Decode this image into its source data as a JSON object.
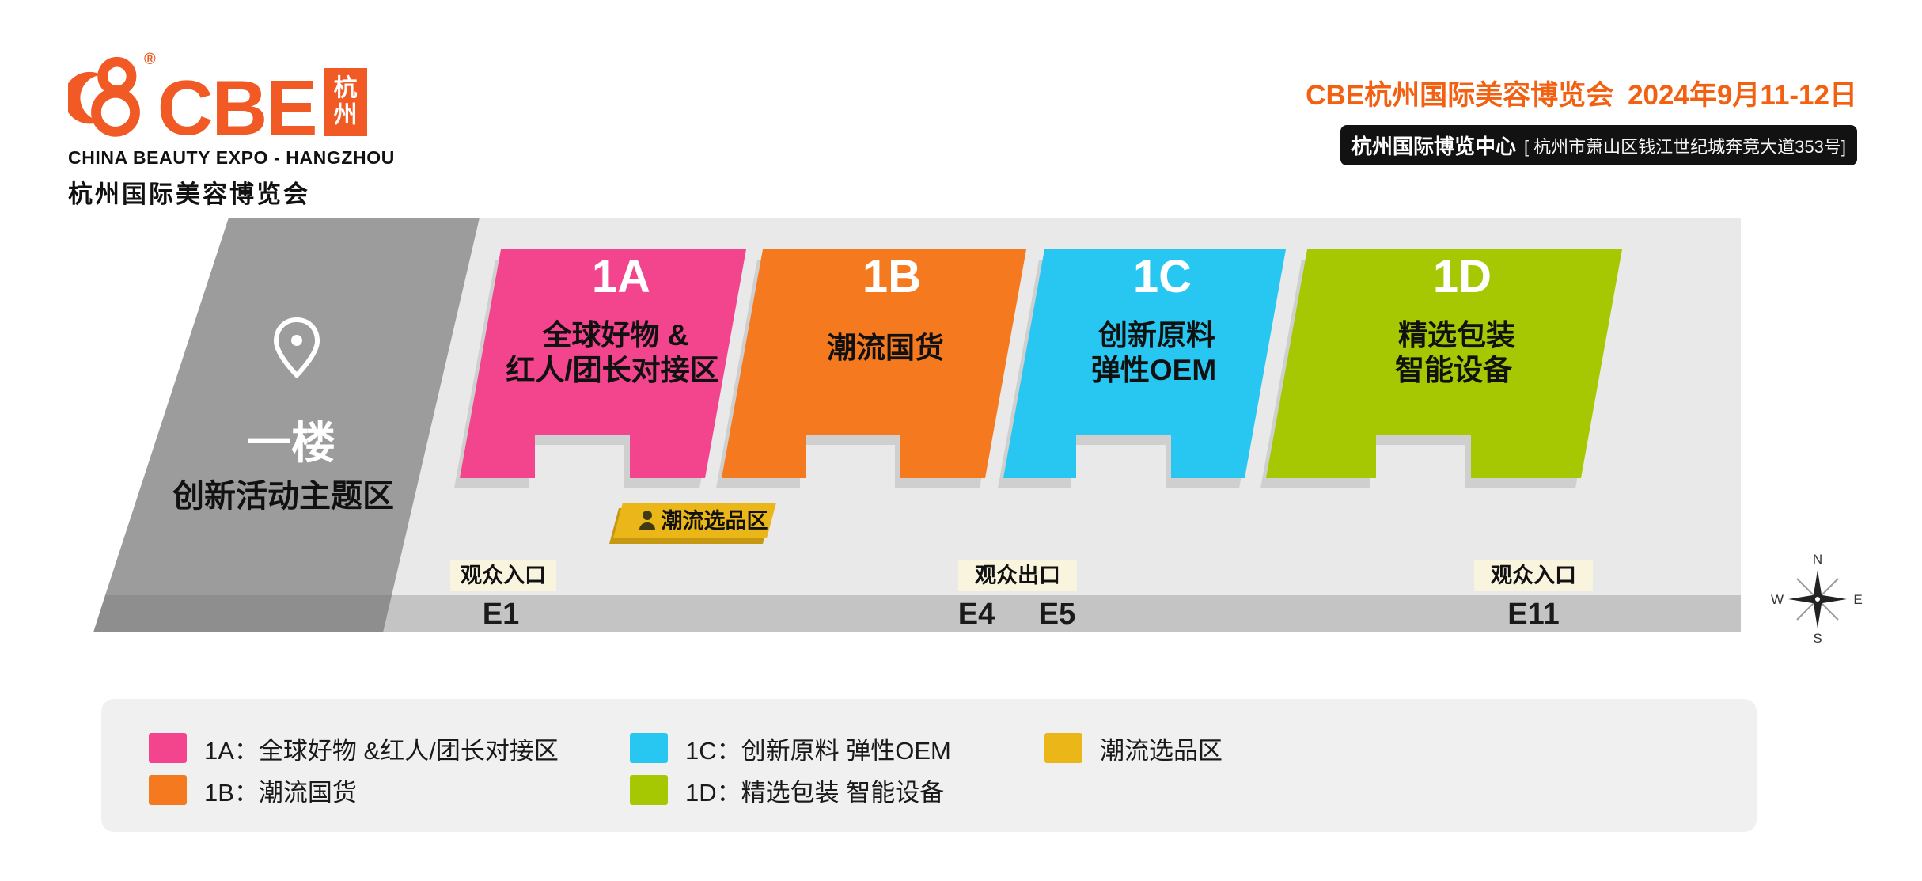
{
  "header": {
    "logo": {
      "brand": "CBE",
      "registered": "®",
      "city_char1": "杭",
      "city_char2": "州",
      "subtitle_en": "CHINA BEAUTY EXPO - HANGZHOU",
      "subtitle_cn": "杭州国际美容博览会",
      "brand_color": "#F15A24"
    },
    "event_title": "CBE杭州国际美容博览会",
    "event_date": "2024年9月11-12日",
    "venue_name": "杭州国际博览中心",
    "venue_address": "[ 杭州市萧山区钱江世纪城奔竞大道353号]"
  },
  "map": {
    "first_floor": {
      "floor_label": "一楼",
      "zone_label": "创新活动主题区",
      "color": "#9C9C9C"
    },
    "halls": [
      {
        "id": "1A",
        "line1": "全球好物 &",
        "line2": "红人/团长对接区",
        "color": "#F2458D"
      },
      {
        "id": "1B",
        "line1": "潮流国货",
        "color": "#F4791F"
      },
      {
        "id": "1C",
        "line1": "创新原料",
        "line2": "弹性OEM",
        "color": "#27C7F2"
      },
      {
        "id": "1D",
        "line1": "精选包装",
        "line2": "智能设备",
        "color": "#A6C802"
      }
    ],
    "selection_zone": {
      "label": "潮流选品区",
      "color": "#EBB617"
    },
    "entrances": [
      {
        "label": "观众入口"
      },
      {
        "label": "观众出口"
      },
      {
        "label": "观众入口"
      }
    ],
    "gates": [
      "E1",
      "E4",
      "E5",
      "E11"
    ],
    "compass": {
      "n": "N",
      "e": "E",
      "s": "S",
      "w": "W"
    }
  },
  "legend": {
    "items": [
      {
        "color": "#F2458D",
        "label": "1A：全球好物 &红人/团长对接区"
      },
      {
        "color": "#F4791F",
        "label": "1B：潮流国货"
      },
      {
        "color": "#27C7F2",
        "label": "1C：创新原料 弹性OEM"
      },
      {
        "color": "#A6C802",
        "label": "1D：精选包装 智能设备"
      },
      {
        "color": "#EBB617",
        "label": "潮流选品区"
      }
    ]
  }
}
